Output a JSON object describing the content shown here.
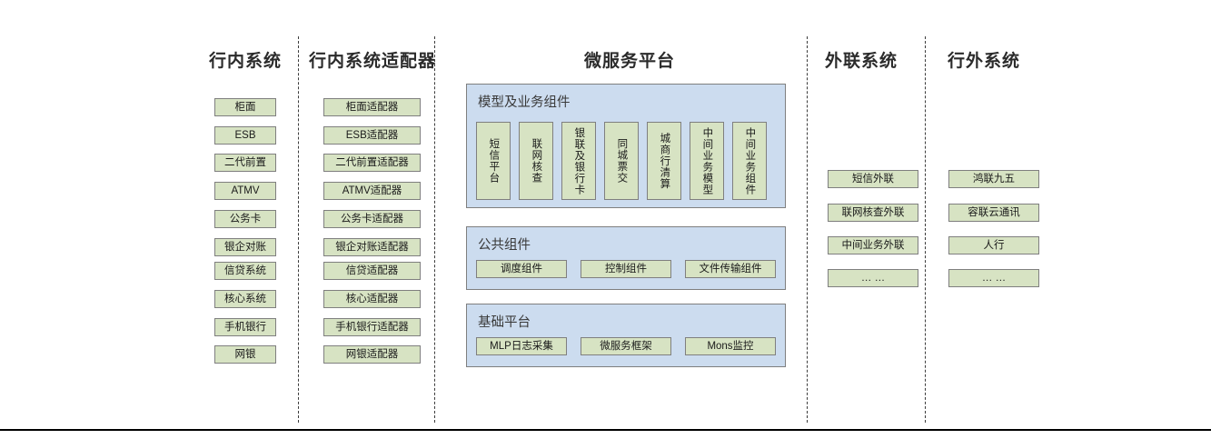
{
  "diagram": {
    "columns": [
      {
        "key": "internal-systems",
        "title": "行内系统",
        "items": [
          "柜面",
          "ESB",
          "二代前置",
          "ATMV",
          "公务卡",
          "银企对账",
          "信贷系统",
          "核心系统",
          "手机银行",
          "网银"
        ]
      },
      {
        "key": "internal-system-adapters",
        "title": "行内系统适配器",
        "items": [
          "柜面适配器",
          "ESB适配器",
          "二代前置适配器",
          "ATMV适配器",
          "公务卡适配器",
          "银企对账适配器",
          "信贷适配器",
          "核心适配器",
          "手机银行适配器",
          "网银适配器"
        ]
      },
      {
        "key": "microservice-platform",
        "title": "微服务平台"
      },
      {
        "key": "external-liaison-systems",
        "title": "外联系统",
        "items": [
          "短信外联",
          "联网核查外联",
          "中间业务外联",
          "… …"
        ]
      },
      {
        "key": "outside-bank-systems",
        "title": "行外系统",
        "items": [
          "鸿联九五",
          "容联云通讯",
          "人行",
          "… …"
        ]
      }
    ],
    "platform": {
      "panels": [
        {
          "key": "model-and-business-components",
          "title": "模型及业务组件",
          "orientation": "vertical",
          "items": [
            "短信平台",
            "联网核查",
            "银联及银行卡",
            "同城票交",
            "城商行清算",
            "中间业务模型",
            "中间业务组件"
          ]
        },
        {
          "key": "public-components",
          "title": "公共组件",
          "orientation": "horizontal",
          "items": [
            "调度组件",
            "控制组件",
            "文件传输组件"
          ]
        },
        {
          "key": "base-platform",
          "title": "基础平台",
          "orientation": "horizontal",
          "items": [
            "MLP日志采集",
            "微服务框架",
            "Mons监控"
          ]
        }
      ]
    },
    "colors": {
      "node_fill": "#d7e3c3",
      "node_border": "#7f7f7f",
      "panel_fill": "#ccdcef",
      "panel_border": "#7f7f7f",
      "divider": "#3c3c3c",
      "text": "#1a1a1a",
      "background": "#ffffff"
    }
  }
}
